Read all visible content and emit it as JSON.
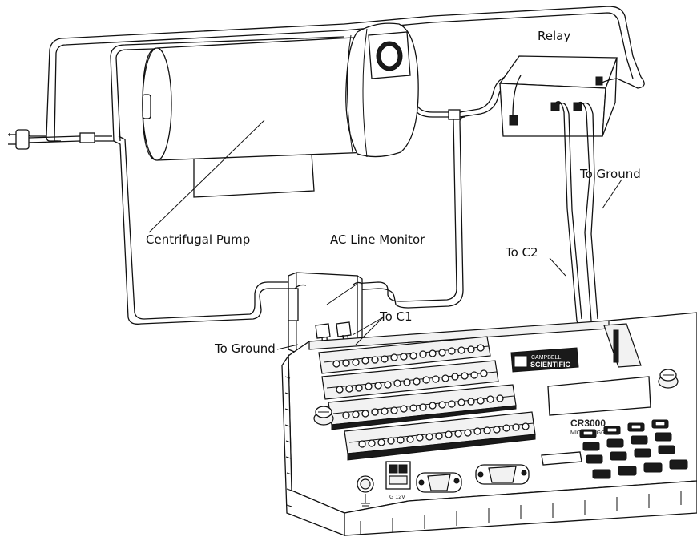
{
  "labels": {
    "relay": "Relay",
    "to_ground_top": "To Ground",
    "centrifugal_pump": "Centrifugal Pump",
    "ac_line_monitor": "AC Line Monitor",
    "to_c2": "To C2",
    "to_c1": "To C1",
    "to_ground_left": "To Ground"
  },
  "logger": {
    "model": "CR3000",
    "subtitle": "MICROLOGGER",
    "brand_line1": "CAMPBELL",
    "brand_line2": "SCIENTIFIC",
    "power_label": "G 12V"
  }
}
